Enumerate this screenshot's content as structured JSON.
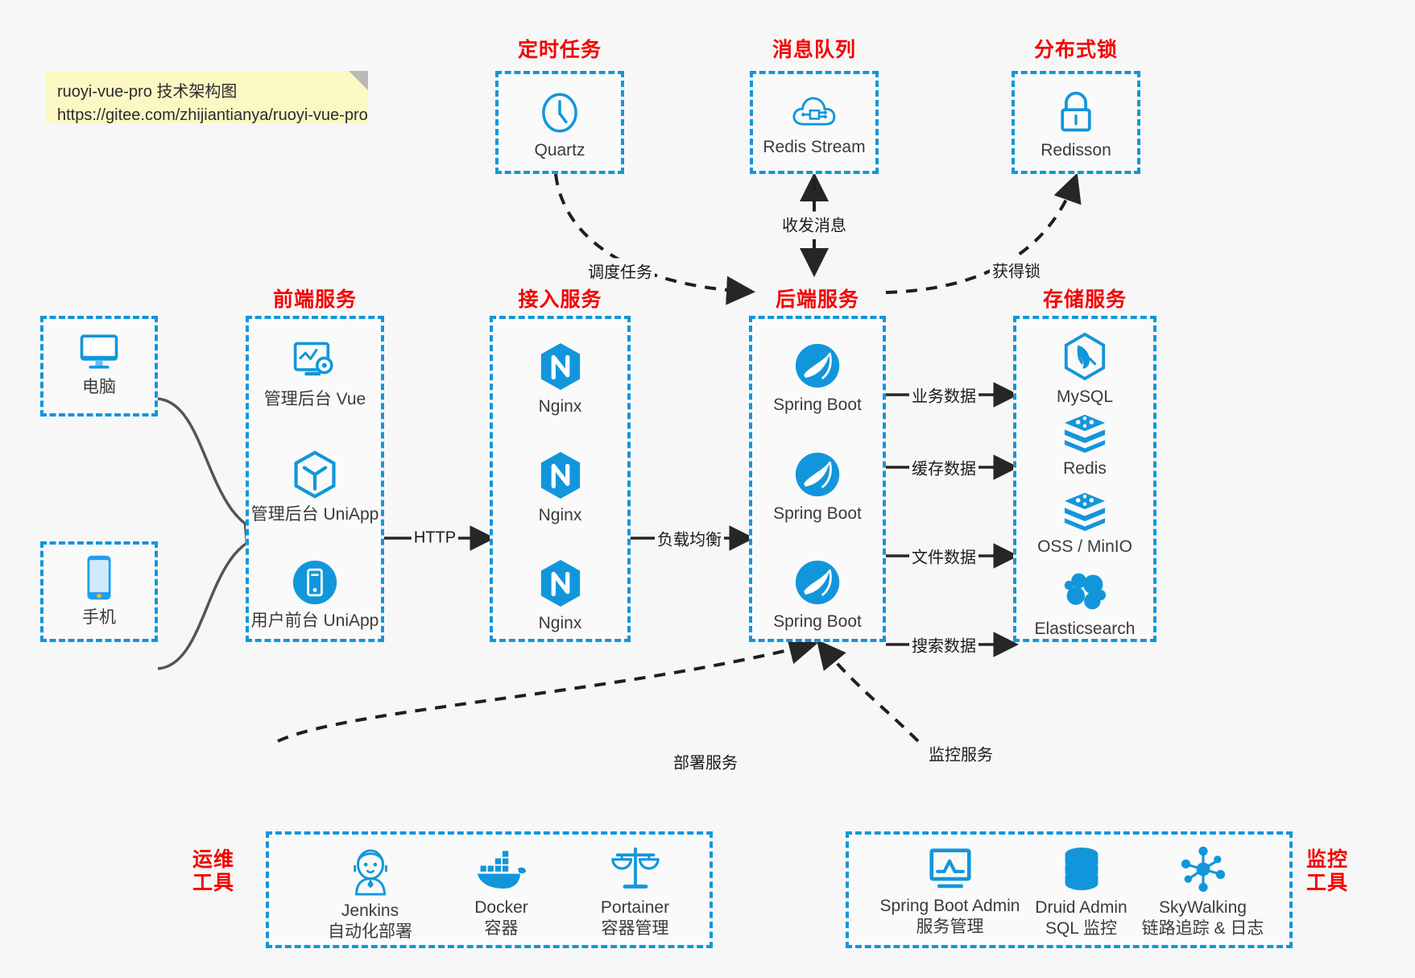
{
  "note": {
    "line1": "ruoyi-vue-pro 技术架构图",
    "line2": "https://gitee.com/zhijiantianya/ruoyi-vue-pro"
  },
  "groups": {
    "scheduler": {
      "title": "定时任务",
      "items": [
        {
          "label": "Quartz",
          "icon": "clock-icon"
        }
      ]
    },
    "mq": {
      "title": "消息队列",
      "items": [
        {
          "label": "Redis Stream",
          "icon": "cloud-stream-icon"
        }
      ]
    },
    "lock": {
      "title": "分布式锁",
      "items": [
        {
          "label": "Redisson",
          "icon": "lock-icon"
        }
      ]
    },
    "client_pc": {
      "title": "",
      "items": [
        {
          "label": "电脑",
          "icon": "desktop-icon"
        }
      ]
    },
    "client_mobile": {
      "title": "",
      "items": [
        {
          "label": "手机",
          "icon": "smartphone-icon"
        }
      ]
    },
    "frontend": {
      "title": "前端服务",
      "items": [
        {
          "label": "管理后台 Vue",
          "icon": "dashboard-gear-icon"
        },
        {
          "label": "管理后台 UniApp",
          "icon": "hexagon-cube-icon"
        },
        {
          "label": "用户前台 UniApp",
          "icon": "mobile-app-icon"
        }
      ]
    },
    "gateway": {
      "title": "接入服务",
      "items": [
        {
          "label": "Nginx",
          "icon": "nginx-icon"
        },
        {
          "label": "Nginx",
          "icon": "nginx-icon"
        },
        {
          "label": "Nginx",
          "icon": "nginx-icon"
        }
      ]
    },
    "backend": {
      "title": "后端服务",
      "items": [
        {
          "label": "Spring Boot",
          "icon": "spring-boot-icon"
        },
        {
          "label": "Spring Boot",
          "icon": "spring-boot-icon"
        },
        {
          "label": "Spring Boot",
          "icon": "spring-boot-icon"
        }
      ]
    },
    "storage": {
      "title": "存储服务",
      "items": [
        {
          "label": "MySQL",
          "icon": "mysql-icon"
        },
        {
          "label": "Redis",
          "icon": "redis-icon"
        },
        {
          "label": "OSS / MinIO",
          "icon": "oss-minio-icon"
        },
        {
          "label": "Elasticsearch",
          "icon": "elasticsearch-icon"
        }
      ]
    },
    "devops": {
      "title": "运维\n工具",
      "title_line1": "运维",
      "title_line2": "工具",
      "items": [
        {
          "label": "Jenkins",
          "sublabel": "自动化部署",
          "icon": "jenkins-icon"
        },
        {
          "label": "Docker",
          "sublabel": "容器",
          "icon": "docker-icon"
        },
        {
          "label": "Portainer",
          "sublabel": "容器管理",
          "icon": "scales-icon"
        }
      ]
    },
    "monitor": {
      "title_line1": "监控",
      "title_line2": "工具",
      "items": [
        {
          "label": "Spring Boot Admin",
          "sublabel": "服务管理",
          "icon": "monitor-chart-icon"
        },
        {
          "label": "Druid Admin",
          "sublabel": "SQL 监控",
          "icon": "database-icon"
        },
        {
          "label": "SkyWalking",
          "sublabel": "链路追踪 & 日志",
          "icon": "skywalking-icon"
        }
      ]
    }
  },
  "edges": {
    "schedule_task": "调度任务",
    "send_receive_message": "收发消息",
    "acquire_lock": "获得锁",
    "http": "HTTP",
    "load_balance": "负载均衡",
    "business_data": "业务数据",
    "cache_data": "缓存数据",
    "file_data": "文件数据",
    "search_data": "搜索数据",
    "deploy_service": "部署服务",
    "monitor_service": "监控服务"
  },
  "colors": {
    "accent_blue": "#1296db",
    "title_red": "#f40000",
    "background": "#f7f7f7",
    "note_yellow": "#fbf8c4",
    "arrow_dark": "#262626"
  }
}
